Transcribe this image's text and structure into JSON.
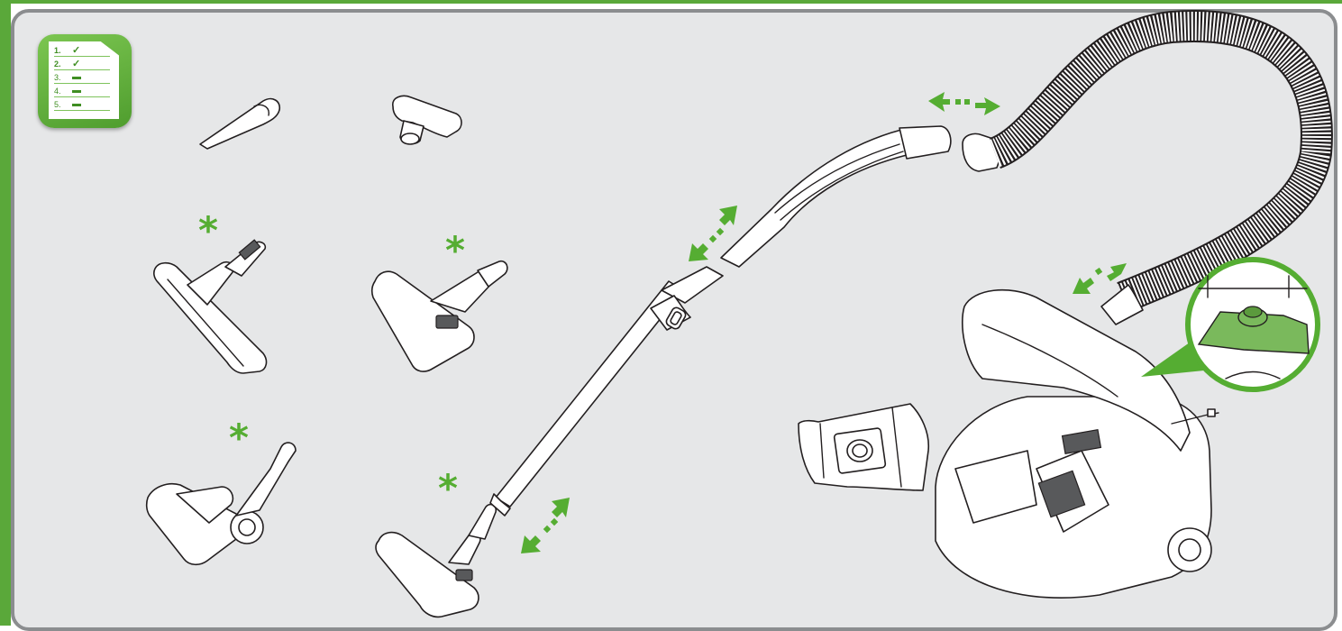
{
  "colors": {
    "accent_green": "#55ad32",
    "panel_bg": "#e6e7e8",
    "panel_border": "#8b8d8f",
    "line": "#231f20"
  },
  "checklist_icon": {
    "rows": [
      {
        "num": "1.",
        "state": "check"
      },
      {
        "num": "2.",
        "state": "check"
      },
      {
        "num": "3.",
        "state": "dash"
      },
      {
        "num": "4.",
        "state": "dash"
      },
      {
        "num": "5.",
        "state": "dash"
      }
    ]
  },
  "optional_marker": "*",
  "parts": [
    "crevice-tool",
    "upholstery-nozzle",
    "floor-nozzle-a",
    "floor-nozzle-b",
    "turbo-nozzle",
    "floor-nozzle-c",
    "telescopic-tube",
    "handle-tube",
    "hose-connector",
    "suction-hose",
    "dust-bag",
    "vacuum-cleaner",
    "bag-holder-detail"
  ]
}
